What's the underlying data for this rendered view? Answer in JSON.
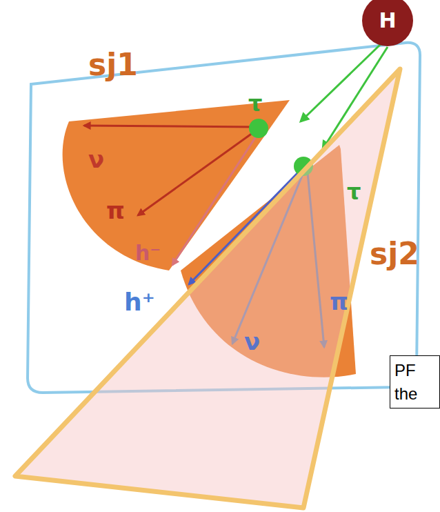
{
  "diagram": {
    "nodes": [
      {
        "text": [
          "H"
        ]
      },
      {
        "text": [
          "PF the"
        ]
      }
    ],
    "labels": [
      "sj1",
      "τ",
      "ν",
      "π",
      "h⁻",
      "τ",
      "sj2",
      "h⁺",
      "ν",
      "π"
    ]
  }
}
